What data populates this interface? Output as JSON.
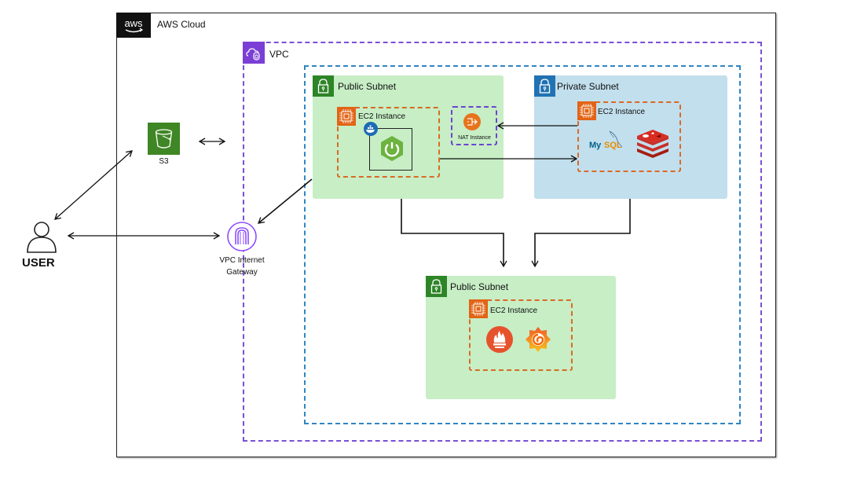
{
  "diagram": {
    "aws_cloud": {
      "label": "AWS Cloud",
      "logo": "aws"
    },
    "vpc": {
      "label": "VPC",
      "icon": "vpc-cloud-icon"
    },
    "user": {
      "label": "USER",
      "icon": "user-icon"
    },
    "s3": {
      "label": "S3",
      "icon": "s3-bucket-icon"
    },
    "internet_gateway": {
      "label_line1": "VPC Internet",
      "label_line2": "Gateway",
      "icon": "internet-gateway-icon"
    },
    "subnets": [
      {
        "id": "public-1",
        "label": "Public Subnet",
        "type": "public",
        "ec2": {
          "label": "EC2 Instance",
          "contents": [
            "docker",
            "spring-boot"
          ]
        }
      },
      {
        "id": "private",
        "label": "Private Subnet",
        "type": "private",
        "ec2": {
          "label": "EC2 Instance",
          "contents": [
            "mysql",
            "redis"
          ]
        }
      },
      {
        "id": "public-2",
        "label": "Public Subnet",
        "type": "public",
        "ec2": {
          "label": "EC2 Instance",
          "contents": [
            "prometheus",
            "grafana"
          ]
        }
      }
    ],
    "nat": {
      "label": "NAT Instance"
    },
    "mysql_text": {
      "my": "My",
      "sql": "SQL"
    },
    "colors": {
      "vpc": "#7b4fd6",
      "inner_boundary": "#2f86c3",
      "public_subnet_bg": "#c7eec5",
      "private_subnet_bg": "#c2dfed",
      "ec2_border": "#d96a26",
      "s3": "#3f8624"
    },
    "connections": [
      {
        "from": "user",
        "to": "s3",
        "type": "bidirectional"
      },
      {
        "from": "user",
        "to": "internet_gateway",
        "type": "bidirectional"
      },
      {
        "from": "s3",
        "to": "vpc",
        "type": "bidirectional"
      },
      {
        "from": "public-1",
        "to": "internet_gateway",
        "type": "directed"
      },
      {
        "from": "private",
        "to": "nat",
        "type": "directed"
      },
      {
        "from": "public-1",
        "to": "private",
        "type": "directed"
      },
      {
        "from": "public-1",
        "to": "public-2",
        "type": "directed"
      },
      {
        "from": "private",
        "to": "public-2",
        "type": "directed"
      }
    ]
  }
}
